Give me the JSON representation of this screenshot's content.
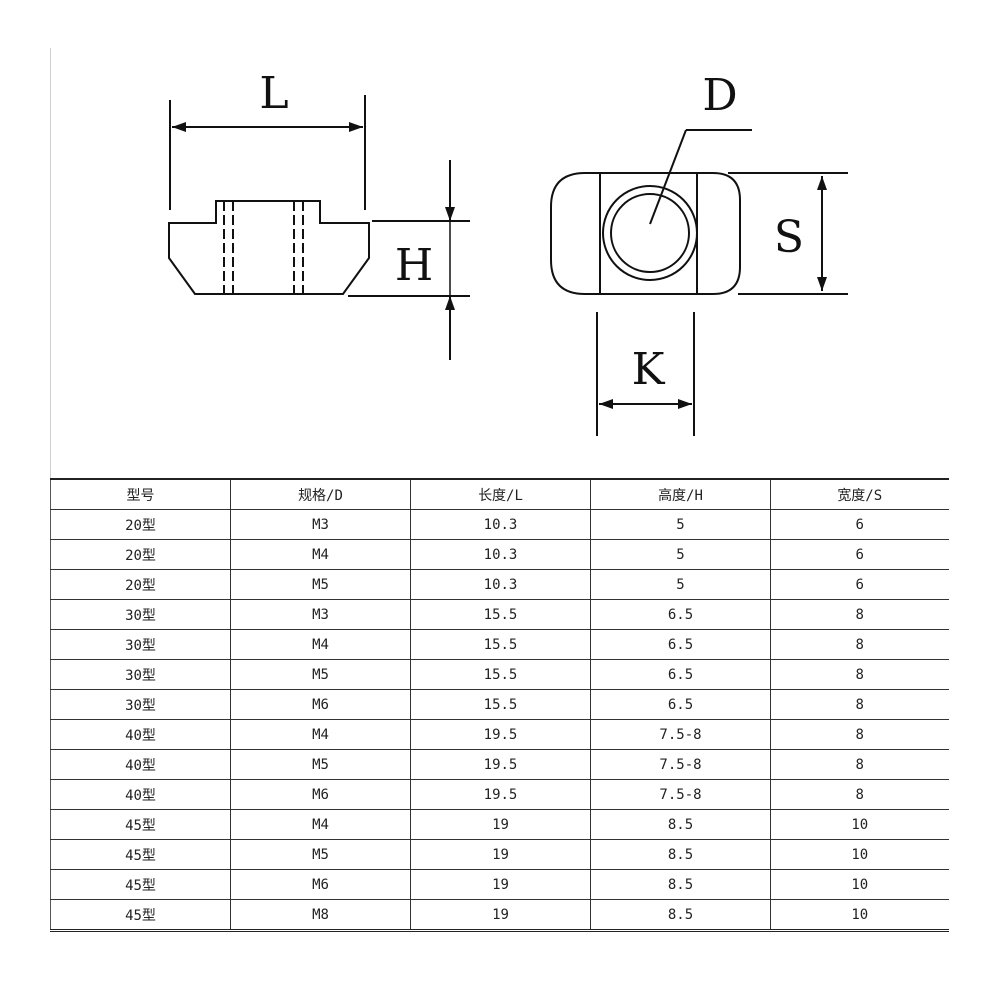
{
  "diagram": {
    "labels": {
      "L": "L",
      "H": "H",
      "D": "D",
      "S": "S",
      "K": "K"
    }
  },
  "table": {
    "headers": [
      "型号",
      "规格/D",
      "长度/L",
      "高度/H",
      "宽度/S"
    ],
    "rows": [
      [
        "20型",
        "M3",
        "10.3",
        "5",
        "6"
      ],
      [
        "20型",
        "M4",
        "10.3",
        "5",
        "6"
      ],
      [
        "20型",
        "M5",
        "10.3",
        "5",
        "6"
      ],
      [
        "30型",
        "M3",
        "15.5",
        "6.5",
        "8"
      ],
      [
        "30型",
        "M4",
        "15.5",
        "6.5",
        "8"
      ],
      [
        "30型",
        "M5",
        "15.5",
        "6.5",
        "8"
      ],
      [
        "30型",
        "M6",
        "15.5",
        "6.5",
        "8"
      ],
      [
        "40型",
        "M4",
        "19.5",
        "7.5-8",
        "8"
      ],
      [
        "40型",
        "M5",
        "19.5",
        "7.5-8",
        "8"
      ],
      [
        "40型",
        "M6",
        "19.5",
        "7.5-8",
        "8"
      ],
      [
        "45型",
        "M4",
        "19",
        "8.5",
        "10"
      ],
      [
        "45型",
        "M5",
        "19",
        "8.5",
        "10"
      ],
      [
        "45型",
        "M6",
        "19",
        "8.5",
        "10"
      ],
      [
        "45型",
        "M8",
        "19",
        "8.5",
        "10"
      ]
    ]
  }
}
